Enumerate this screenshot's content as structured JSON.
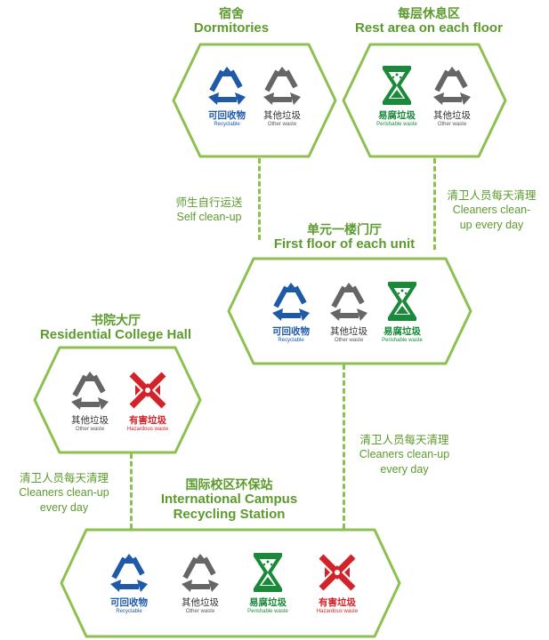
{
  "nodes": {
    "dormitories": {
      "zh": "宿舍",
      "en": "Dormitories"
    },
    "rest_area": {
      "zh": "每层休息区",
      "en": "Rest area on each floor"
    },
    "unit_hall": {
      "zh": "单元一楼门厅",
      "en": "First floor of each unit"
    },
    "college_hall": {
      "zh": "书院大厅",
      "en": "Residential College Hall"
    },
    "station": {
      "zh": "国际校区环保站",
      "en_line1": "International Campus",
      "en_line2": "Recycling Station"
    }
  },
  "bins": {
    "recyclable": {
      "zh": "可回收物",
      "en": "Recyclable",
      "color": "#1e5aa8",
      "icon": "recycle-arrows-icon"
    },
    "other": {
      "zh": "其他垃圾",
      "en": "Other waste",
      "color": "#666666",
      "icon": "recycle-arrows-icon"
    },
    "perishable": {
      "zh": "易腐垃圾",
      "en": "Perishable waste",
      "color": "#1a8a3a",
      "icon": "hourglass-icon"
    },
    "hazardous": {
      "zh": "有害垃圾",
      "en": "Hazardous waste",
      "color": "#d2232a",
      "icon": "hazard-cross-icon"
    }
  },
  "flows": {
    "self": {
      "zh": "师生自行运送",
      "en": "Self clean-up"
    },
    "cleaners_1": {
      "zh": "清卫人员每天清理",
      "en1": "Cleaners clean-",
      "en2": "up every day"
    },
    "cleaners_2": {
      "zh": "清卫人员每天清理",
      "en1": "Cleaners clean-up",
      "en2": "every day"
    },
    "cleaners_3": {
      "zh": "清卫人员每天清理",
      "en1": "Cleaners clean-up",
      "en2": "every day"
    }
  },
  "colors": {
    "accent_green": "#5c9a2e",
    "hex_border": "#8cc152"
  }
}
